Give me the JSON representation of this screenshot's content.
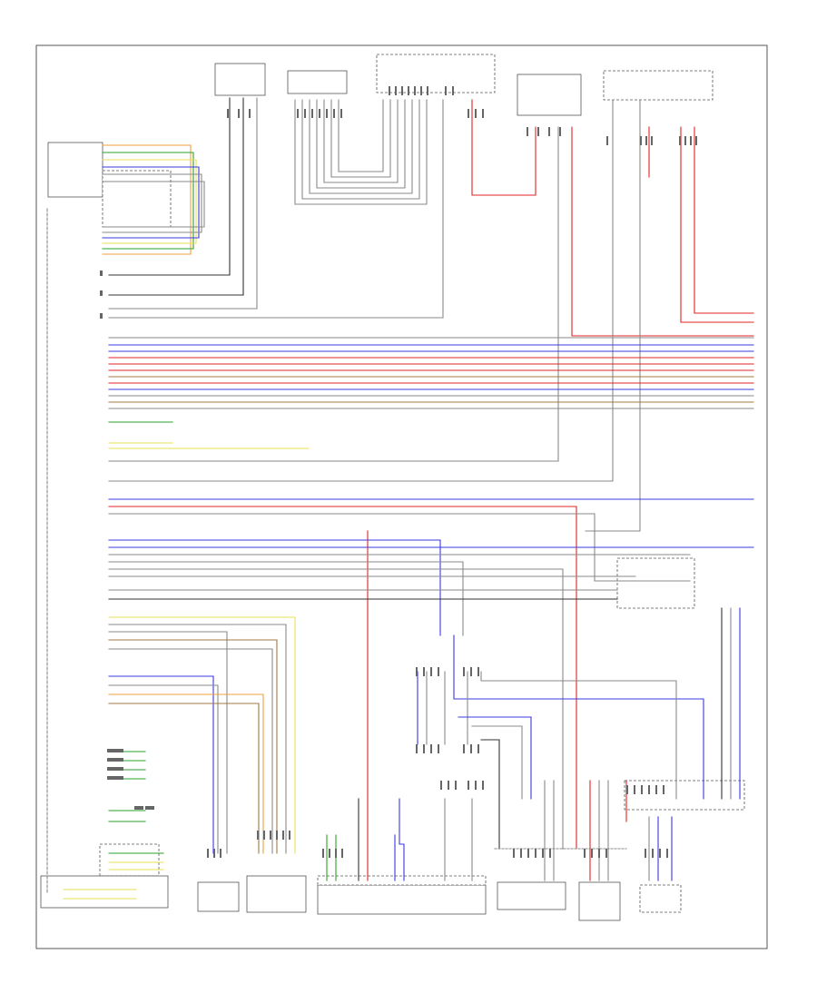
{
  "diagram": {
    "footer_code": "",
    "components": [
      {
        "id": "clock-spring",
        "label": ""
      },
      {
        "id": "horn-relay",
        "label": ""
      },
      {
        "id": "cruise-switch",
        "label": ""
      },
      {
        "id": "radio-switch",
        "label": ""
      },
      {
        "id": "heated-seat-module",
        "label": ""
      },
      {
        "id": "instrument-cluster",
        "label": ""
      },
      {
        "id": "multifunction-steering-module",
        "label": ""
      },
      {
        "id": "distribution-module",
        "label": ""
      },
      {
        "id": "central-module-a",
        "label": ""
      },
      {
        "id": "central-module-b",
        "label": ""
      },
      {
        "id": "fuse-block",
        "label": ""
      },
      {
        "id": "gearshift",
        "label": ""
      },
      {
        "id": "seat-module",
        "label": ""
      },
      {
        "id": "data-link",
        "label": ""
      }
    ],
    "colors": {
      "green": "#2aa02a",
      "orange": "#f0a040",
      "yellow": "#e8e05a",
      "blue": "#3a3ae0",
      "red": "#e02424",
      "brown": "#a07a40",
      "gray": "#8a8a8a",
      "black": "#333333",
      "white": "#bbbbbb"
    }
  }
}
